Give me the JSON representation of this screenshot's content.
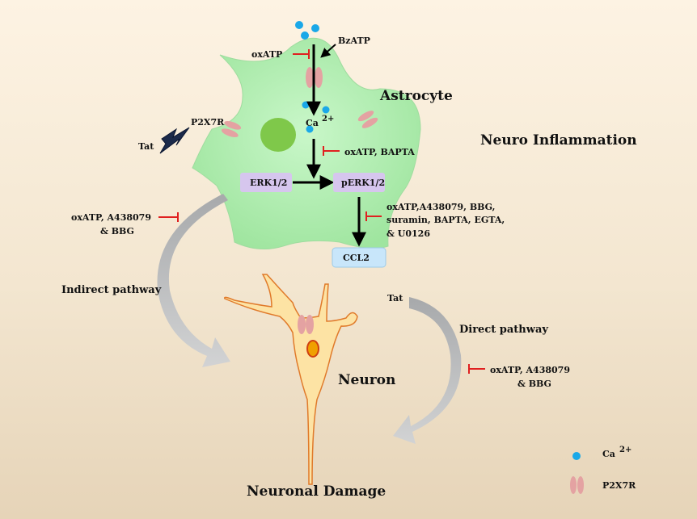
{
  "labels": {
    "astrocyte": "Astrocyte",
    "neuro_inflammation": "Neuro Inflammation",
    "neuron": "Neuron",
    "neuronal_damage": "Neuronal Damage",
    "indirect_pathway": "Indirect pathway",
    "direct_pathway": "Direct pathway",
    "bzatp": "BzATP",
    "oxatp_top": "oxATP",
    "p2x7r_cell": "P2X7R",
    "tat_left": "Tat",
    "tat_right": "Tat",
    "ca_base": "Ca",
    "ca_sup": "2+",
    "oxatp_bapta": "oxATP, BAPTA",
    "erk": "ERK1/2",
    "perk": "pERK1/2",
    "ccl2": "CCL2",
    "inhib_list_line1": "oxATP,A438079, BBG,",
    "inhib_list_line2": "suramin, BAPTA, EGTA,",
    "inhib_list_line3": "& U0126",
    "indirect_inhib_line1": "oxATP, A438079",
    "indirect_inhib_line2": "&  BBG",
    "direct_inhib_line1": "oxATP, A438079",
    "direct_inhib_line2": "&  BBG"
  },
  "legend": {
    "ca_label": "Ca",
    "ca_sup": "2+",
    "p2x7r_label": "P2X7R"
  },
  "colors": {
    "astrocyte_fill": "#b5f0b5",
    "nucleus": "#7fc84a",
    "neuron_fill": "#fde3a4",
    "neuron_stroke": "#e07a2a",
    "receptor": "#e4a2a2",
    "calcium": "#1aa8e8",
    "inhibitor": "#e02020",
    "kinase_box": "#d6c6ee",
    "ccl2_box": "#c8e6fa",
    "pathway_arrow": "#b9bbbd"
  }
}
